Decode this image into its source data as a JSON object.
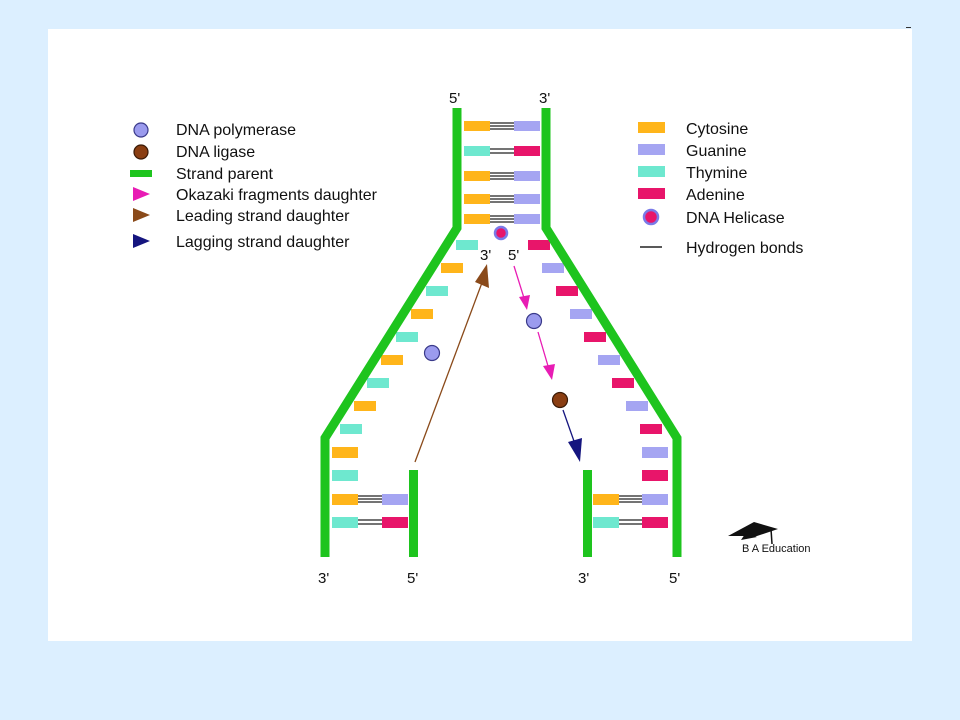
{
  "colors": {
    "page_background": "#dcefff",
    "slide_background": "#ffffff",
    "strand_parent": "#1ec41e",
    "cytosine": "#ffb51a",
    "guanine": "#a5a5f2",
    "thymine": "#6ee8cf",
    "adenine": "#e8156a",
    "dna_polymerase": "#9b9bee",
    "dna_ligase": "#8a3e12",
    "helicase_ring": "#7a7ae8",
    "helicase_core": "#e8156a",
    "okazaki_arrow": "#e81cb4",
    "leading_arrow": "#8a4a1a",
    "lagging_arrow": "#15157f",
    "hydrogen_bond": "#222222"
  },
  "legend_left": [
    {
      "label": "DNA polymerase",
      "icon": "dna-polymerase-circle-icon"
    },
    {
      "label": "DNA ligase",
      "icon": "dna-ligase-circle-icon"
    },
    {
      "label": "Strand parent",
      "icon": "strand-parent-bar-icon"
    },
    {
      "label": "Okazaki fragments daughter",
      "icon": "okazaki-arrow-icon"
    },
    {
      "label": "Leading strand daughter",
      "icon": "leading-arrow-icon"
    },
    {
      "label": "Lagging strand daughter",
      "icon": "lagging-arrow-icon"
    }
  ],
  "legend_right": [
    {
      "label": "Cytosine",
      "icon": "cytosine-swatch-icon"
    },
    {
      "label": "Guanine",
      "icon": "guanine-swatch-icon"
    },
    {
      "label": "Thymine",
      "icon": "thymine-swatch-icon"
    },
    {
      "label": "Adenine",
      "icon": "adenine-swatch-icon"
    },
    {
      "label": "DNA Helicase",
      "icon": "helicase-icon"
    },
    {
      "label": "Hydrogen bonds",
      "icon": "hydrogen-bond-line-icon"
    }
  ],
  "ends": {
    "top_left": "5'",
    "top_right": "3'",
    "fork_left": "3'",
    "fork_right": "5'",
    "bottom_left_outer": "3'",
    "bottom_left_inner": "5'",
    "bottom_right_inner": "3'",
    "bottom_right_outer": "5'"
  },
  "brand": "B A Education"
}
